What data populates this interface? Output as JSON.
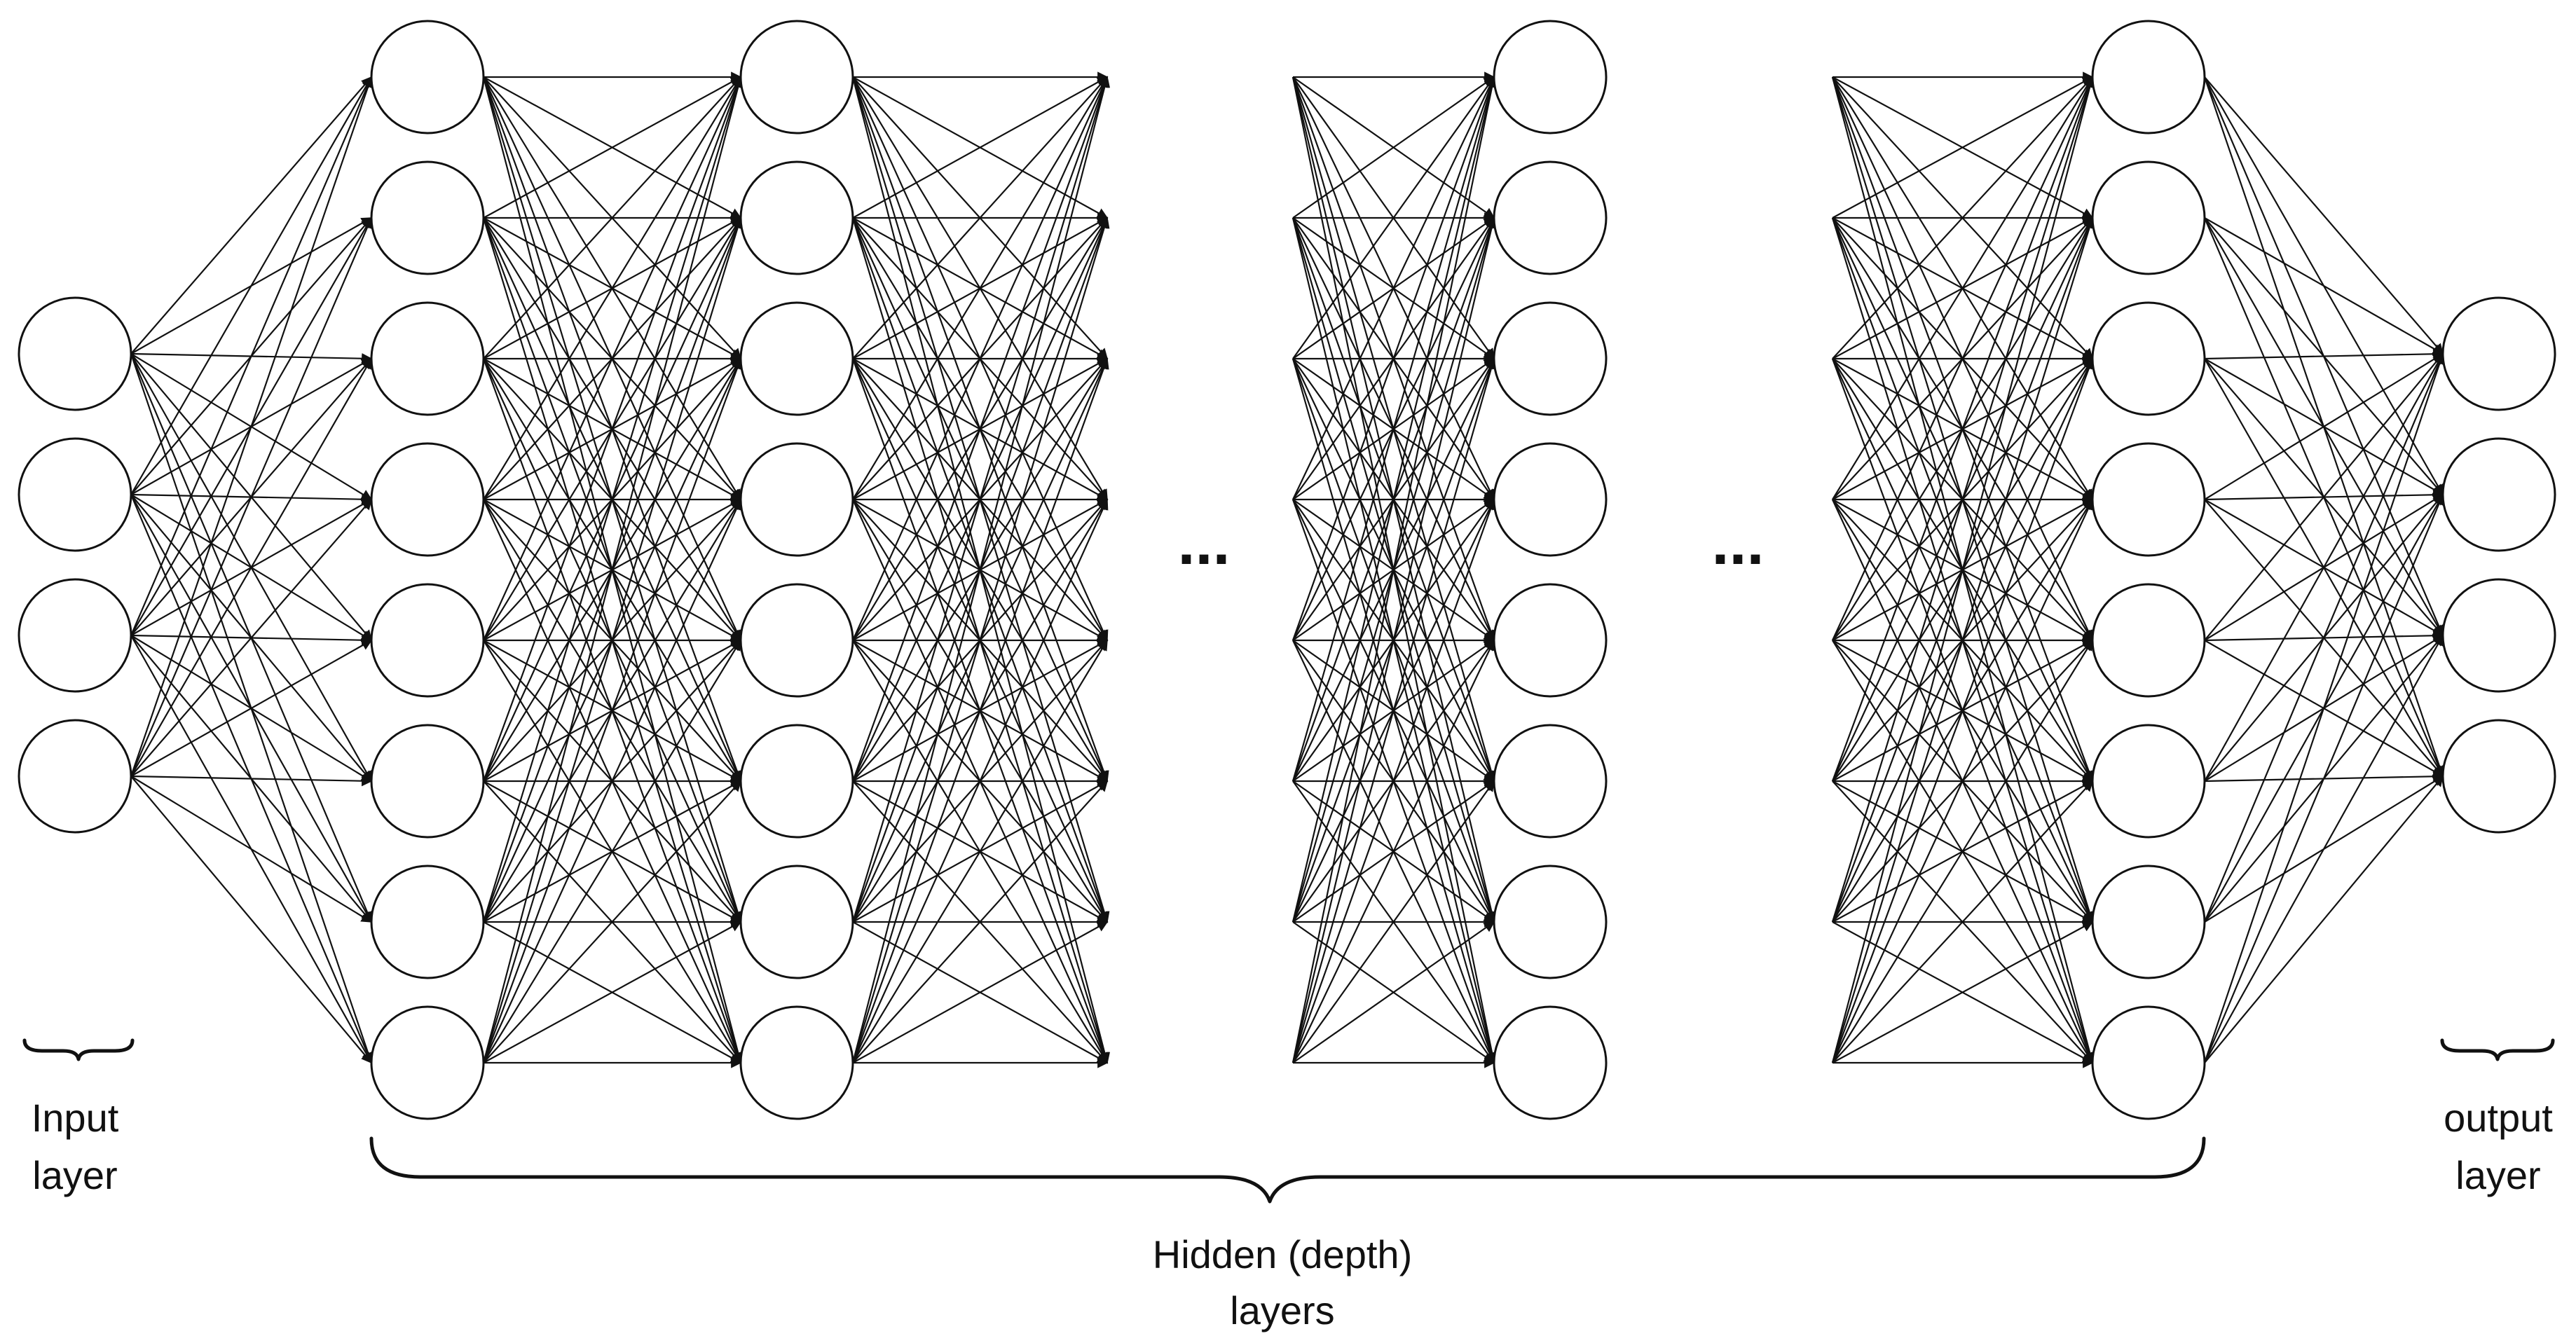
{
  "diagram": {
    "type": "fully-connected-neural-network",
    "labels": {
      "input_line1": "Input",
      "input_line2": "layer",
      "hidden_line1": "Hidden (depth)",
      "hidden_line2": "layers",
      "output_line1": "output",
      "output_line2": "layer"
    },
    "layers": [
      {
        "role": "input",
        "nodes": 4
      },
      {
        "role": "hidden",
        "nodes": 8
      },
      {
        "role": "hidden",
        "nodes": 8
      },
      {
        "role": "hidden",
        "nodes": 8
      },
      {
        "role": "hidden",
        "nodes": 8
      },
      {
        "role": "output",
        "nodes": 4
      }
    ],
    "connections": [
      {
        "from_layer": 0,
        "to_layer": 1,
        "type": "full",
        "arrows": true
      },
      {
        "from_layer": 1,
        "to_layer": 2,
        "type": "full",
        "arrows": true
      },
      {
        "from_layer": 2,
        "type": "full-fan-out",
        "arrows": true
      },
      {
        "to_layer": 3,
        "type": "full-fan-in",
        "arrows": true
      },
      {
        "type": "full-fan-out-in",
        "to_layer": 4,
        "arrows": true
      },
      {
        "from_layer": 4,
        "to_layer": 5,
        "type": "full",
        "arrows": true
      }
    ],
    "ellipses": [
      "...",
      "..."
    ],
    "colors": {
      "stroke": "#111111",
      "node_fill": "#ffffff",
      "background": "#ffffff"
    }
  }
}
